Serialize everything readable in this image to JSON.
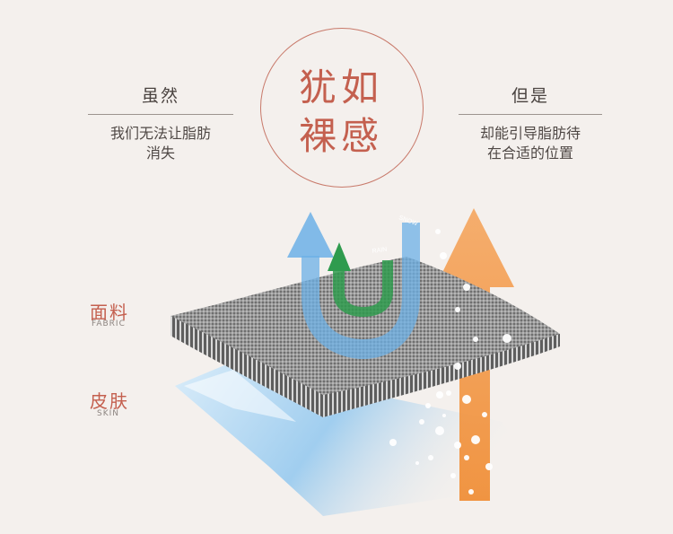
{
  "left": {
    "heading": "虽然",
    "line1": "我们无法让脂肪",
    "line2": "消失"
  },
  "right": {
    "heading": "但是",
    "line1": "却能引导脂肪待",
    "line2": "在合适的位置"
  },
  "circle": {
    "c1": "犹",
    "c2": "如",
    "c3": "裸",
    "c4": "感"
  },
  "labels": {
    "fabric_cn": "面料",
    "fabric_en": "FABRIC",
    "skin_cn": "皮肤",
    "skin_en": "SKIN"
  },
  "arrow_words": {
    "w1": "RAIN",
    "w2": "SNOW"
  },
  "colors": {
    "accent_red": "#c4604f",
    "blue_arrow": "#7fb6e3",
    "green_arrow": "#3aa055",
    "orange_arrow": "#f09a45",
    "fabric_gray": "#8a8a8a",
    "skin_blue": "#a9d4f0"
  }
}
